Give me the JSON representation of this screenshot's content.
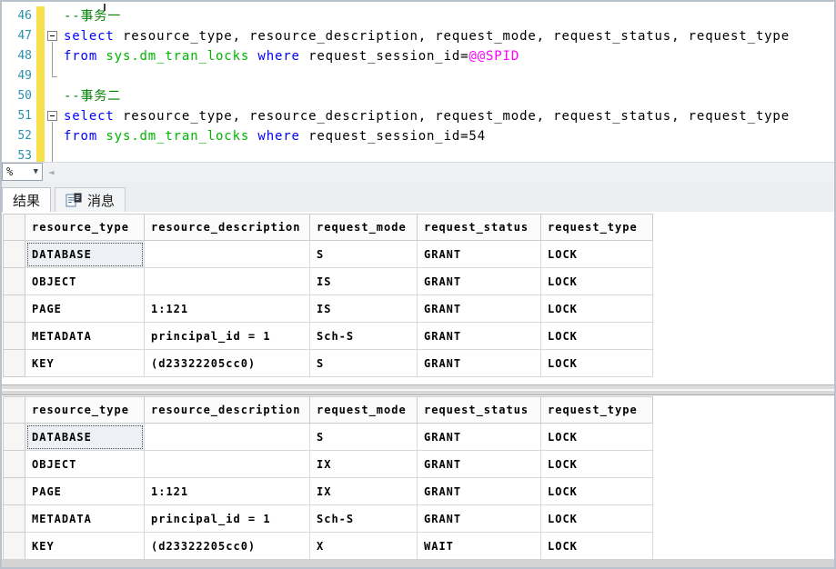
{
  "editor": {
    "lines": [
      {
        "num": "46",
        "fold": "",
        "segs": [
          {
            "c": "comment",
            "t": "--事务一"
          }
        ]
      },
      {
        "num": "47",
        "fold": "minus",
        "segs": [
          {
            "c": "kw",
            "t": "select"
          },
          {
            "c": "plain",
            "t": " resource_type, resource_description, request_mode, request_status, request_type"
          }
        ]
      },
      {
        "num": "48",
        "fold": "line",
        "segs": [
          {
            "c": "kw",
            "t": "from "
          },
          {
            "c": "sys",
            "t": "sys.dm_tran_locks"
          },
          {
            "c": "kw",
            "t": " where"
          },
          {
            "c": "plain",
            "t": " request_session_id="
          },
          {
            "c": "sysfn",
            "t": "@@SPID"
          }
        ]
      },
      {
        "num": "49",
        "fold": "end",
        "segs": []
      },
      {
        "num": "50",
        "fold": "",
        "segs": [
          {
            "c": "comment",
            "t": "--事务二"
          }
        ]
      },
      {
        "num": "51",
        "fold": "minus",
        "segs": [
          {
            "c": "kw",
            "t": "select"
          },
          {
            "c": "plain",
            "t": " resource_type, resource_description, request_mode, request_status, request_type"
          }
        ]
      },
      {
        "num": "52",
        "fold": "line",
        "segs": [
          {
            "c": "kw",
            "t": "from "
          },
          {
            "c": "sys",
            "t": "sys.dm_tran_locks"
          },
          {
            "c": "kw",
            "t": " where"
          },
          {
            "c": "plain",
            "t": " request_session_id=54"
          }
        ]
      },
      {
        "num": "53",
        "fold": "line",
        "segs": []
      }
    ],
    "zoom_control": {
      "label": "%"
    }
  },
  "tabs": [
    {
      "id": "results",
      "label": "结果",
      "active": true
    },
    {
      "id": "messages",
      "label": "消息",
      "active": false,
      "icon": "messages-icon"
    }
  ],
  "grids": [
    {
      "columns": [
        "resource_type",
        "resource_description",
        "request_mode",
        "request_status",
        "request_type"
      ],
      "rows": [
        [
          "DATABASE",
          "",
          "S",
          "GRANT",
          "LOCK"
        ],
        [
          "OBJECT",
          "",
          "IS",
          "GRANT",
          "LOCK"
        ],
        [
          "PAGE",
          "1:121",
          "IS",
          "GRANT",
          "LOCK"
        ],
        [
          "METADATA",
          "principal_id = 1",
          "Sch-S",
          "GRANT",
          "LOCK"
        ],
        [
          "KEY",
          "(d23322205cc0)",
          "S",
          "GRANT",
          "LOCK"
        ]
      ],
      "focused_cell": {
        "row": 0,
        "col": 0
      }
    },
    {
      "columns": [
        "resource_type",
        "resource_description",
        "request_mode",
        "request_status",
        "request_type"
      ],
      "rows": [
        [
          "DATABASE",
          "",
          "S",
          "GRANT",
          "LOCK"
        ],
        [
          "OBJECT",
          "",
          "IX",
          "GRANT",
          "LOCK"
        ],
        [
          "PAGE",
          "1:121",
          "IX",
          "GRANT",
          "LOCK"
        ],
        [
          "METADATA",
          "principal_id = 1",
          "Sch-S",
          "GRANT",
          "LOCK"
        ],
        [
          "KEY",
          "(d23322205cc0)",
          "X",
          "WAIT",
          "LOCK"
        ]
      ],
      "focused_cell": {
        "row": 0,
        "col": 0
      }
    }
  ],
  "colors": {
    "keyword_blue": "#0000ff",
    "comment_green": "#008000",
    "system_object_green": "#00b400",
    "system_function_magenta": "#ff00ff",
    "line_number_teal": "#2b91af",
    "change_bar_yellow": "#f7e04b"
  }
}
